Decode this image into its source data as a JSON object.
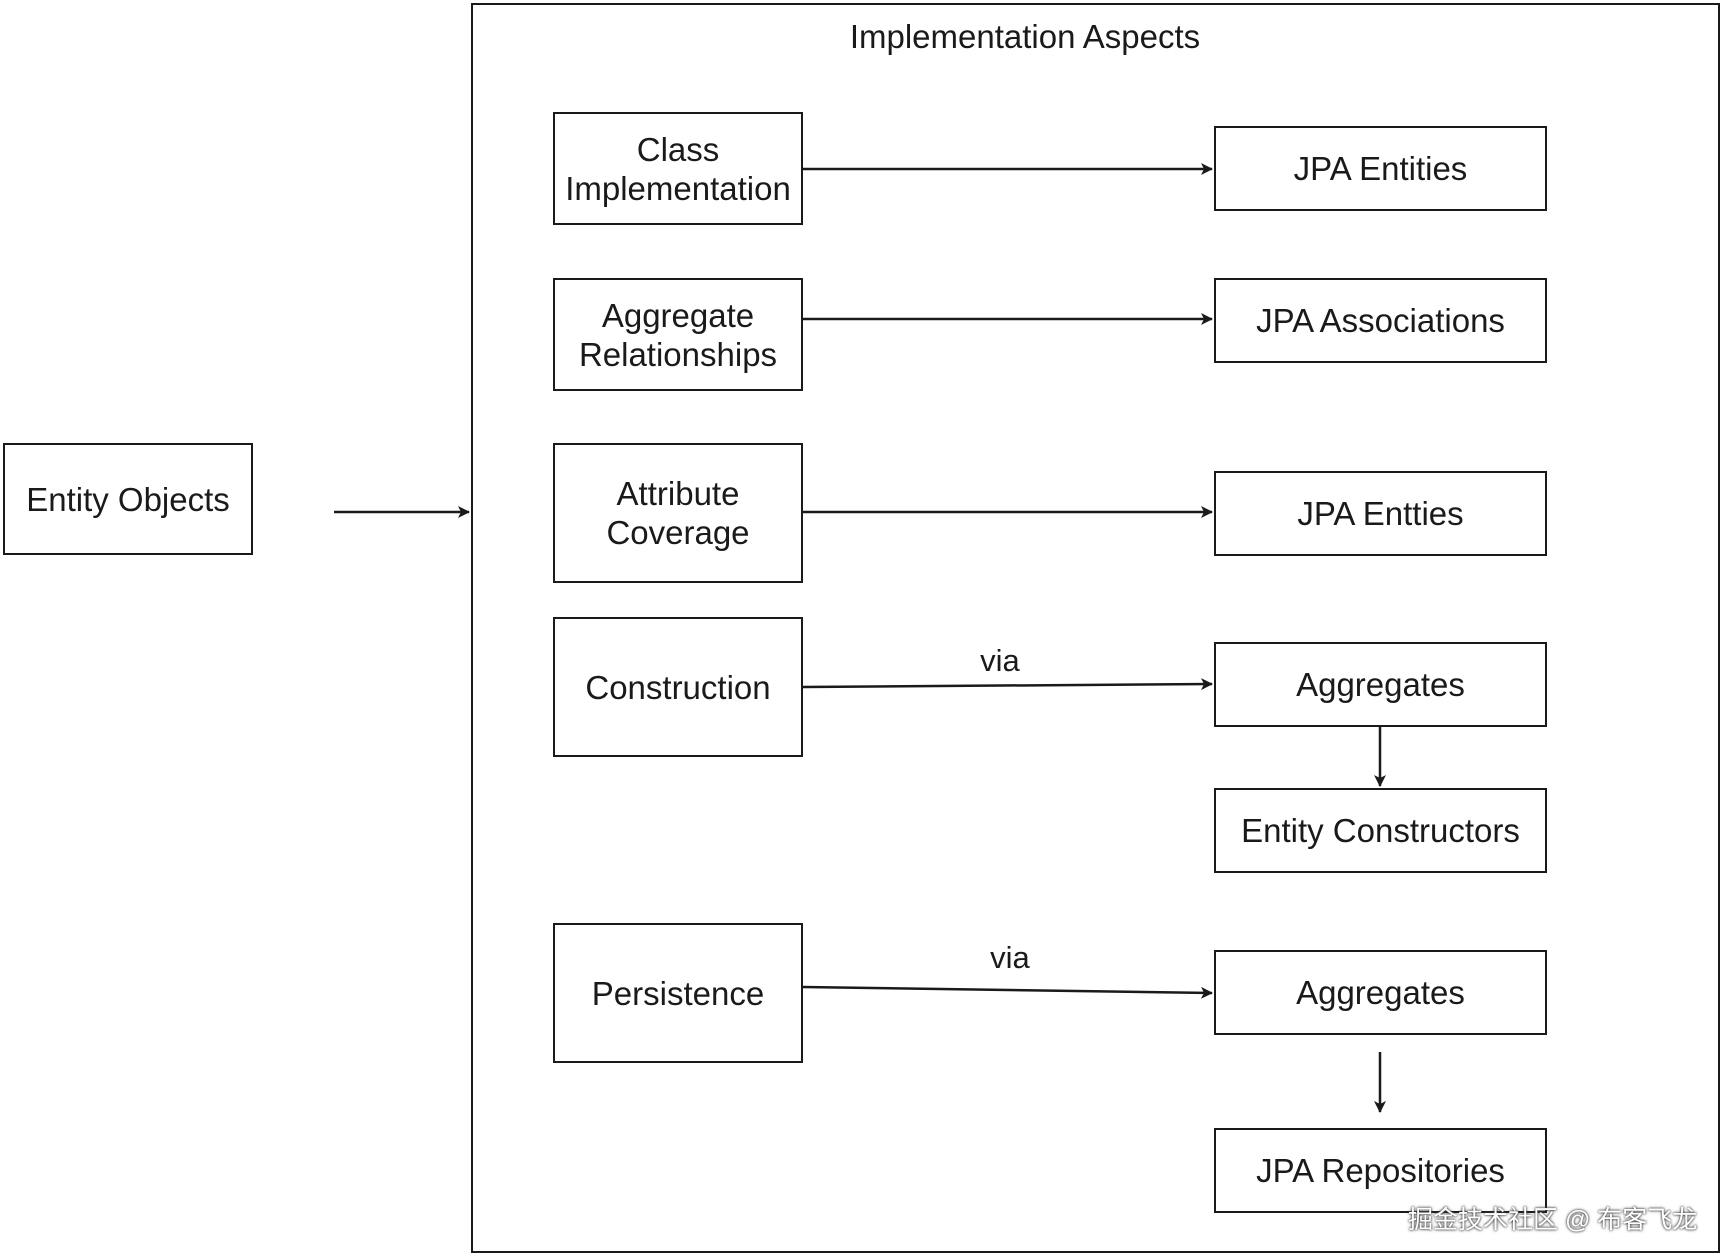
{
  "diagram": {
    "container_title": "Implementation Aspects",
    "source": {
      "label": "Entity Objects"
    },
    "rows": [
      {
        "aspect": [
          "Class",
          "Implementation"
        ],
        "targets": [
          "JPA Entities"
        ],
        "edge_label": ""
      },
      {
        "aspect": [
          "Aggregate",
          "Relationships"
        ],
        "targets": [
          "JPA Associations"
        ],
        "edge_label": ""
      },
      {
        "aspect": [
          "Attribute",
          "Coverage"
        ],
        "targets": [
          "JPA Entties"
        ],
        "edge_label": ""
      },
      {
        "aspect": [
          "Construction"
        ],
        "targets": [
          "Aggregates",
          "Entity Constructors"
        ],
        "edge_label": "via"
      },
      {
        "aspect": [
          "Persistence"
        ],
        "targets": [
          "Aggregates",
          "JPA Repositories"
        ],
        "edge_label": "via"
      }
    ]
  },
  "watermark": "掘金技术社区 @ 布客飞龙",
  "colors": {
    "stroke": "#1a1a1a",
    "background": "#ffffff"
  }
}
